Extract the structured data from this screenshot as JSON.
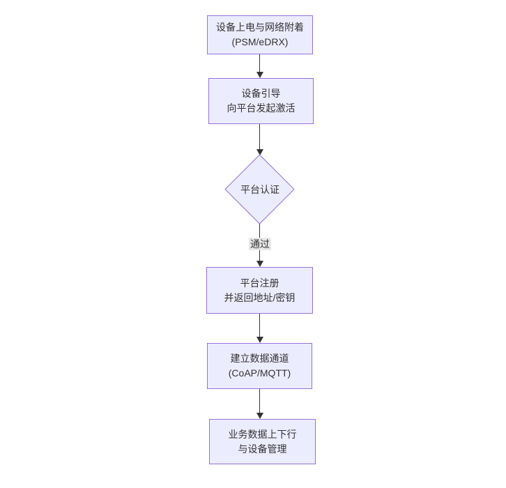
{
  "diagram": {
    "type": "flowchart",
    "direction": "top-down",
    "nodes": [
      {
        "id": "power",
        "shape": "rect",
        "lines": [
          "设备上电与网络附着",
          "(PSM/eDRX)"
        ]
      },
      {
        "id": "bootstrap",
        "shape": "rect",
        "lines": [
          "设备引导",
          "向平台发起激活"
        ]
      },
      {
        "id": "auth",
        "shape": "diamond",
        "lines": [
          "平台认证"
        ]
      },
      {
        "id": "register",
        "shape": "rect",
        "lines": [
          "平台注册",
          "并返回地址/密钥"
        ]
      },
      {
        "id": "channel",
        "shape": "rect",
        "lines": [
          "建立数据通道",
          "(CoAP/MQTT)"
        ]
      },
      {
        "id": "business",
        "shape": "rect",
        "lines": [
          "业务数据上下行",
          "与设备管理"
        ]
      }
    ],
    "edges": [
      {
        "from": "power",
        "to": "bootstrap",
        "label": ""
      },
      {
        "from": "bootstrap",
        "to": "auth",
        "label": ""
      },
      {
        "from": "auth",
        "to": "register",
        "label": "通过"
      },
      {
        "from": "register",
        "to": "channel",
        "label": ""
      },
      {
        "from": "channel",
        "to": "business",
        "label": ""
      }
    ],
    "colors": {
      "node_fill": "#ECECFF",
      "node_border": "#9370DB",
      "edge": "#333333",
      "text": "#333333",
      "edge_label_bg": "#e8e8e8",
      "background": "#ffffff"
    }
  }
}
